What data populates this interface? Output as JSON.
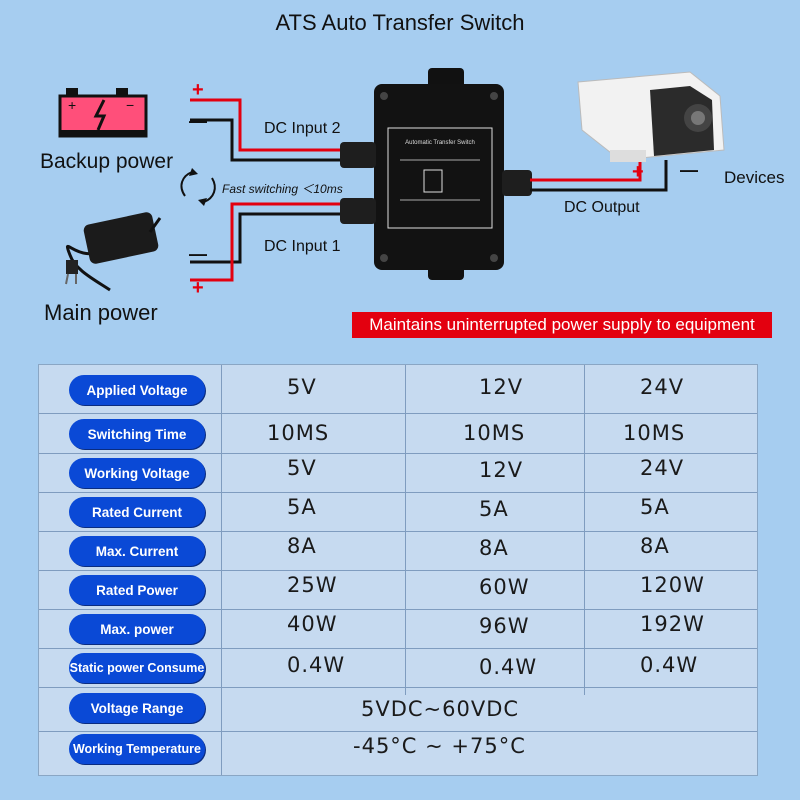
{
  "title": "ATS Auto Transfer Switch",
  "diagram": {
    "backup_power": "Backup power",
    "main_power": "Main power",
    "dc_input_2": "DC Input 2",
    "dc_input_1": "DC Input 1",
    "dc_output": "DC Output",
    "devices": "Devices",
    "fast_switching": "Fast switching ＜10ms",
    "plus": "+",
    "minus": "—",
    "device_minus": "—",
    "device_plus": "+"
  },
  "banner": "Maintains uninterrupted power supply to equipment",
  "colors": {
    "background": "#a6cdf0",
    "pill": "#0a49d6",
    "banner": "#e3000f",
    "wire_red": "#e3000f",
    "wire_black": "#111111"
  },
  "table": {
    "rows": [
      {
        "label": "Applied Voltage",
        "values": [
          "5V",
          "12V",
          "24V"
        ]
      },
      {
        "label": "Switching Time",
        "values": [
          "10MS",
          "10MS",
          "10MS"
        ]
      },
      {
        "label": "Working Voltage",
        "values": [
          "5V",
          "12V",
          "24V"
        ]
      },
      {
        "label": "Rated Current",
        "values": [
          "5A",
          "5A",
          "5A"
        ]
      },
      {
        "label": "Max. Current",
        "values": [
          "8A",
          "8A",
          "8A"
        ]
      },
      {
        "label": "Rated Power",
        "values": [
          "25W",
          "60W",
          "120W"
        ]
      },
      {
        "label": "Max. power",
        "values": [
          "40W",
          "96W",
          "192W"
        ]
      },
      {
        "label": "Static power Consume",
        "values": [
          "0.4W",
          "0.4W",
          "0.4W"
        ]
      }
    ],
    "span_rows": [
      {
        "label": "Voltage Range",
        "value": "5VDC∼60VDC"
      },
      {
        "label": "Working Temperature",
        "value": "-45°C ∼ +75°C"
      }
    ]
  }
}
